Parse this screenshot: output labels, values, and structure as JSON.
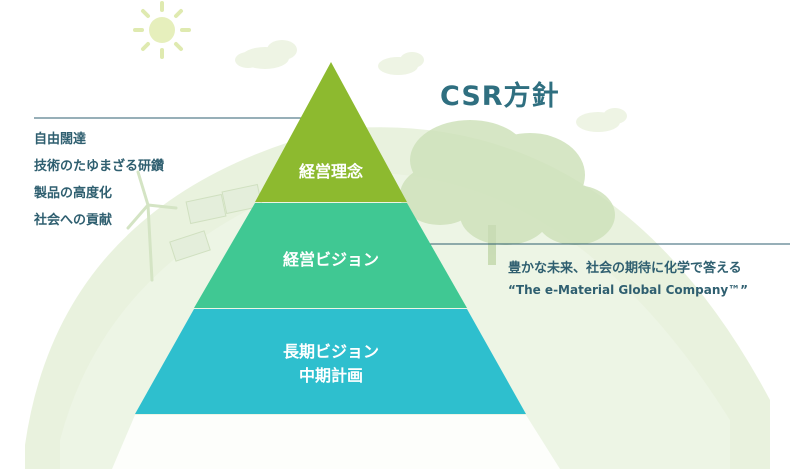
{
  "title": "CSR方針",
  "pyramid": {
    "tier1": "経営理念",
    "tier2": "経営ビジョン",
    "tier3": [
      "長期ビジョン",
      "中期計画"
    ]
  },
  "left_notes": [
    "自由闊達",
    "技術のたゆまざる研鑽",
    "製品の高度化",
    "社会への貢献"
  ],
  "right_notes": [
    "豊かな未来、社会の期待に化学で答える",
    "“The e-Material Global Company™”"
  ],
  "colors": {
    "tier1": "#8dba2f",
    "tier2": "#40c893",
    "tier3": "#2ebfce",
    "text": "#2f5f70",
    "title": "#2f6f80",
    "background_art": "#d9e9c8"
  }
}
